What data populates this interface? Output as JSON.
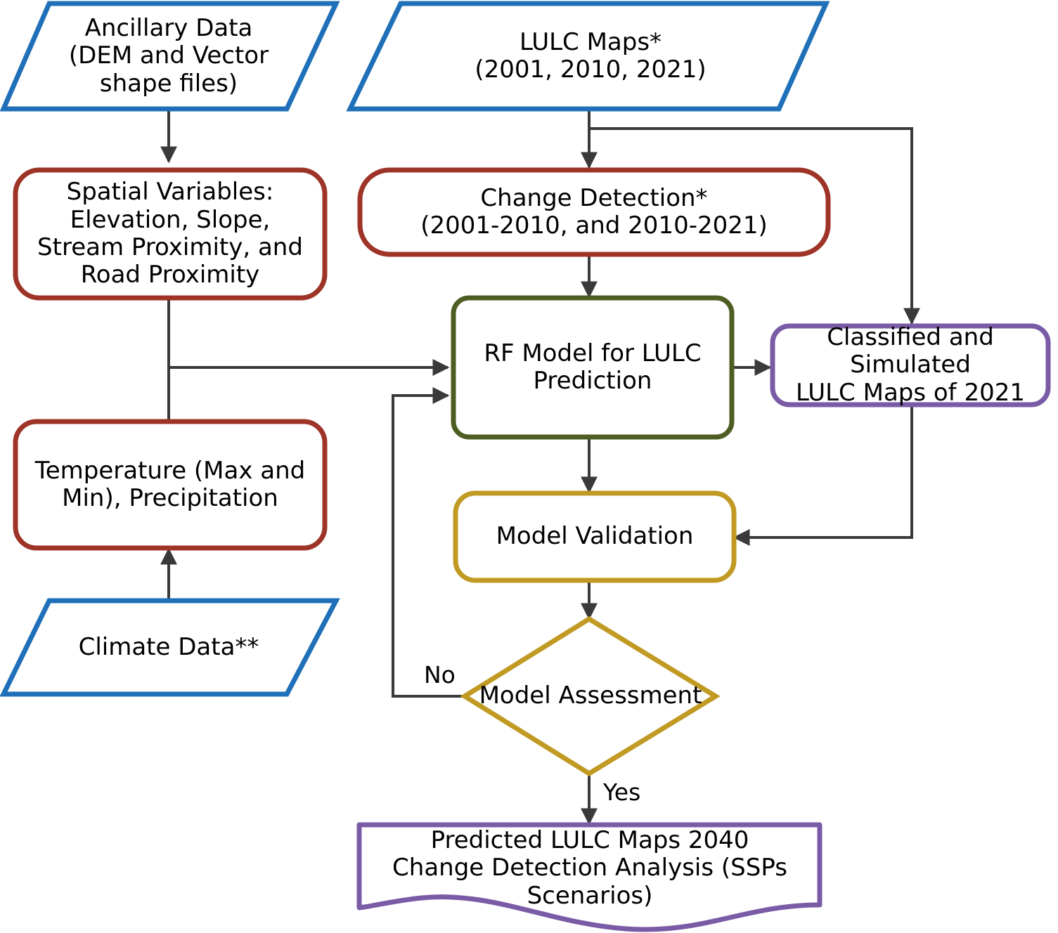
{
  "diagram": {
    "title": "LULC prediction methodology flowchart",
    "colors": {
      "data_blue": "#1f70b8",
      "process_red": "#9e3327",
      "model_green": "#4c5e22",
      "validation_gold": "#c19a24",
      "output_purple": "#7a5ba6",
      "connector_gray": "#3a3a3a",
      "canvas": "#ffffff"
    },
    "nodes": [
      {
        "id": "ancillary-data",
        "shape": "parallelogram",
        "color_key": "data_blue",
        "label": "Ancillary Data\n(DEM and Vector\nshape files)"
      },
      {
        "id": "lulc-maps",
        "shape": "parallelogram",
        "color_key": "data_blue",
        "label": "LULC Maps*\n(2001, 2010, 2021)"
      },
      {
        "id": "spatial-variables",
        "shape": "rounded-rect",
        "color_key": "process_red",
        "label": "Spatial Variables:\nElevation, Slope,\nStream Proximity, and\nRoad Proximity"
      },
      {
        "id": "change-detection",
        "shape": "rounded-rect",
        "color_key": "process_red",
        "label": "Change Detection*\n(2001-2010, and 2010-2021)"
      },
      {
        "id": "rf-model",
        "shape": "rounded-rect",
        "color_key": "model_green",
        "label": "RF Model for LULC\nPrediction"
      },
      {
        "id": "classified-simulated-maps",
        "shape": "rounded-rect",
        "color_key": "output_purple",
        "label": "Classified and Simulated\nLULC Maps of 2021"
      },
      {
        "id": "temperature-precipitation",
        "shape": "rounded-rect",
        "color_key": "process_red",
        "label": "Temperature (Max and\nMin), Precipitation"
      },
      {
        "id": "model-validation",
        "shape": "rounded-rect",
        "color_key": "validation_gold",
        "label": "Model Validation"
      },
      {
        "id": "climate-data",
        "shape": "parallelogram",
        "color_key": "data_blue",
        "label": "Climate Data**"
      },
      {
        "id": "model-assessment",
        "shape": "diamond",
        "color_key": "validation_gold",
        "label": "Model Assessment"
      },
      {
        "id": "predicted-maps",
        "shape": "document",
        "color_key": "output_purple",
        "label": "Predicted LULC Maps 2040\nChange Detection Analysis (SSPs Scenarios)"
      }
    ],
    "edge_labels": {
      "no": "No",
      "yes": "Yes"
    }
  }
}
